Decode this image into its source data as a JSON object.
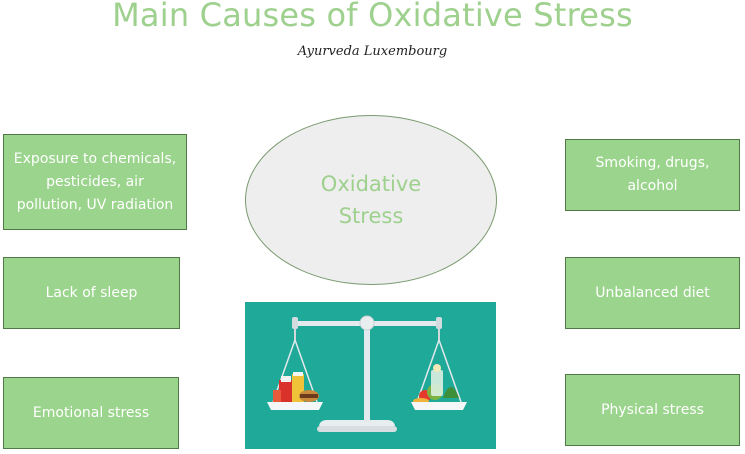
{
  "title": "Main Causes of Oxidative Stress",
  "subtitle": "Ayurveda Luxembourg",
  "center": {
    "line1": "Oxidative",
    "line2": "Stress"
  },
  "left_boxes": [
    {
      "line1": "Exposure to chemicals,",
      "line2": "pesticides, air",
      "line3": "pollution, UV radiation"
    },
    {
      "label": "Lack of sleep"
    },
    {
      "label": "Emotional stress"
    }
  ],
  "right_boxes": [
    {
      "line1": "Smoking, drugs,",
      "line2": "alcohol"
    },
    {
      "label": "Unbalanced diet"
    },
    {
      "label": "Physical stress"
    }
  ],
  "colors": {
    "box_fill": "#9bd48c",
    "box_border": "#4f7a45",
    "title": "#9ed08e",
    "panel": "#1fa998"
  },
  "illustration": "balance-scale-with-junk-food-and-healthy-food"
}
